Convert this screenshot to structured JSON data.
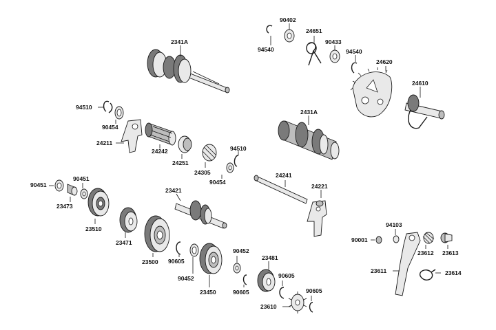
{
  "labels": {
    "p2341a": "2341A",
    "p90402": "90402",
    "p24651": "24651",
    "p94540a": "94540",
    "p90433": "90433",
    "p94540b": "94540",
    "p24620": "24620",
    "p24610": "24610",
    "p94510a": "94510",
    "p90454a": "90454",
    "p24211": "24211",
    "p24242": "24242",
    "p24251": "24251",
    "p24305": "24305",
    "p94510b": "94510",
    "p90454b": "90454",
    "p2431a": "2431A",
    "p24241": "24241",
    "p24221": "24221",
    "p90451a": "90451",
    "p90451b": "90451",
    "p23473": "23473",
    "p23510": "23510",
    "p23471": "23471",
    "p23421": "23421",
    "p23500": "23500",
    "p90605a": "90605",
    "p90452a": "90452",
    "p23450": "23450",
    "p90452b": "90452",
    "p23481": "23481",
    "p90605b": "90605",
    "p90605c": "90605",
    "p90605d": "90605",
    "p23610": "23610",
    "p94103": "94103",
    "p90001": "90001",
    "p23612": "23612",
    "p23613": "23613",
    "p23611": "23611",
    "p23614": "23614"
  }
}
